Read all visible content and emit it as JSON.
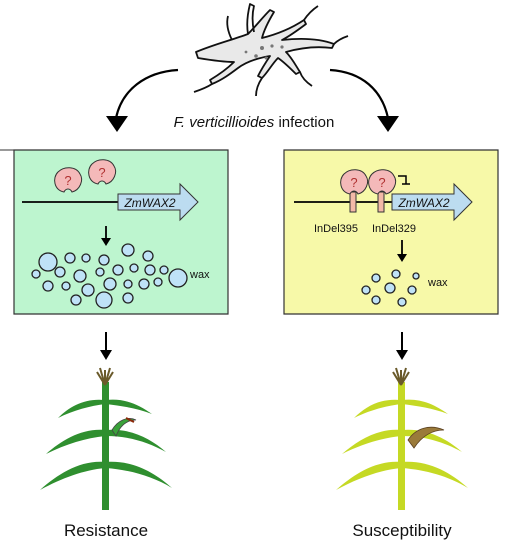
{
  "infection": {
    "pathogen": "F. verticillioides",
    "word": "infection"
  },
  "left_panel": {
    "gene": "ZmWAX2",
    "wax_label": "wax",
    "factor_marks": [
      "?",
      "?"
    ]
  },
  "right_panel": {
    "gene": "ZmWAX2",
    "wax_label": "wax",
    "factor_marks": [
      "?",
      "?"
    ],
    "indels": [
      "InDel395",
      "InDel329"
    ]
  },
  "outcomes": {
    "left": "Resistance",
    "right": "Susceptibility"
  },
  "colors": {
    "left_panel_bg": "#bdf5cf",
    "right_panel_bg": "#f7f9a8",
    "gene_arrow": "#bcdcf0",
    "wax_drop": "#bfe2f7",
    "factor": "#f4b9b9",
    "indel_box": "#f3b9a8",
    "resistant_plant": "#2f8f2f",
    "susceptible_plant": "#c5d924"
  }
}
